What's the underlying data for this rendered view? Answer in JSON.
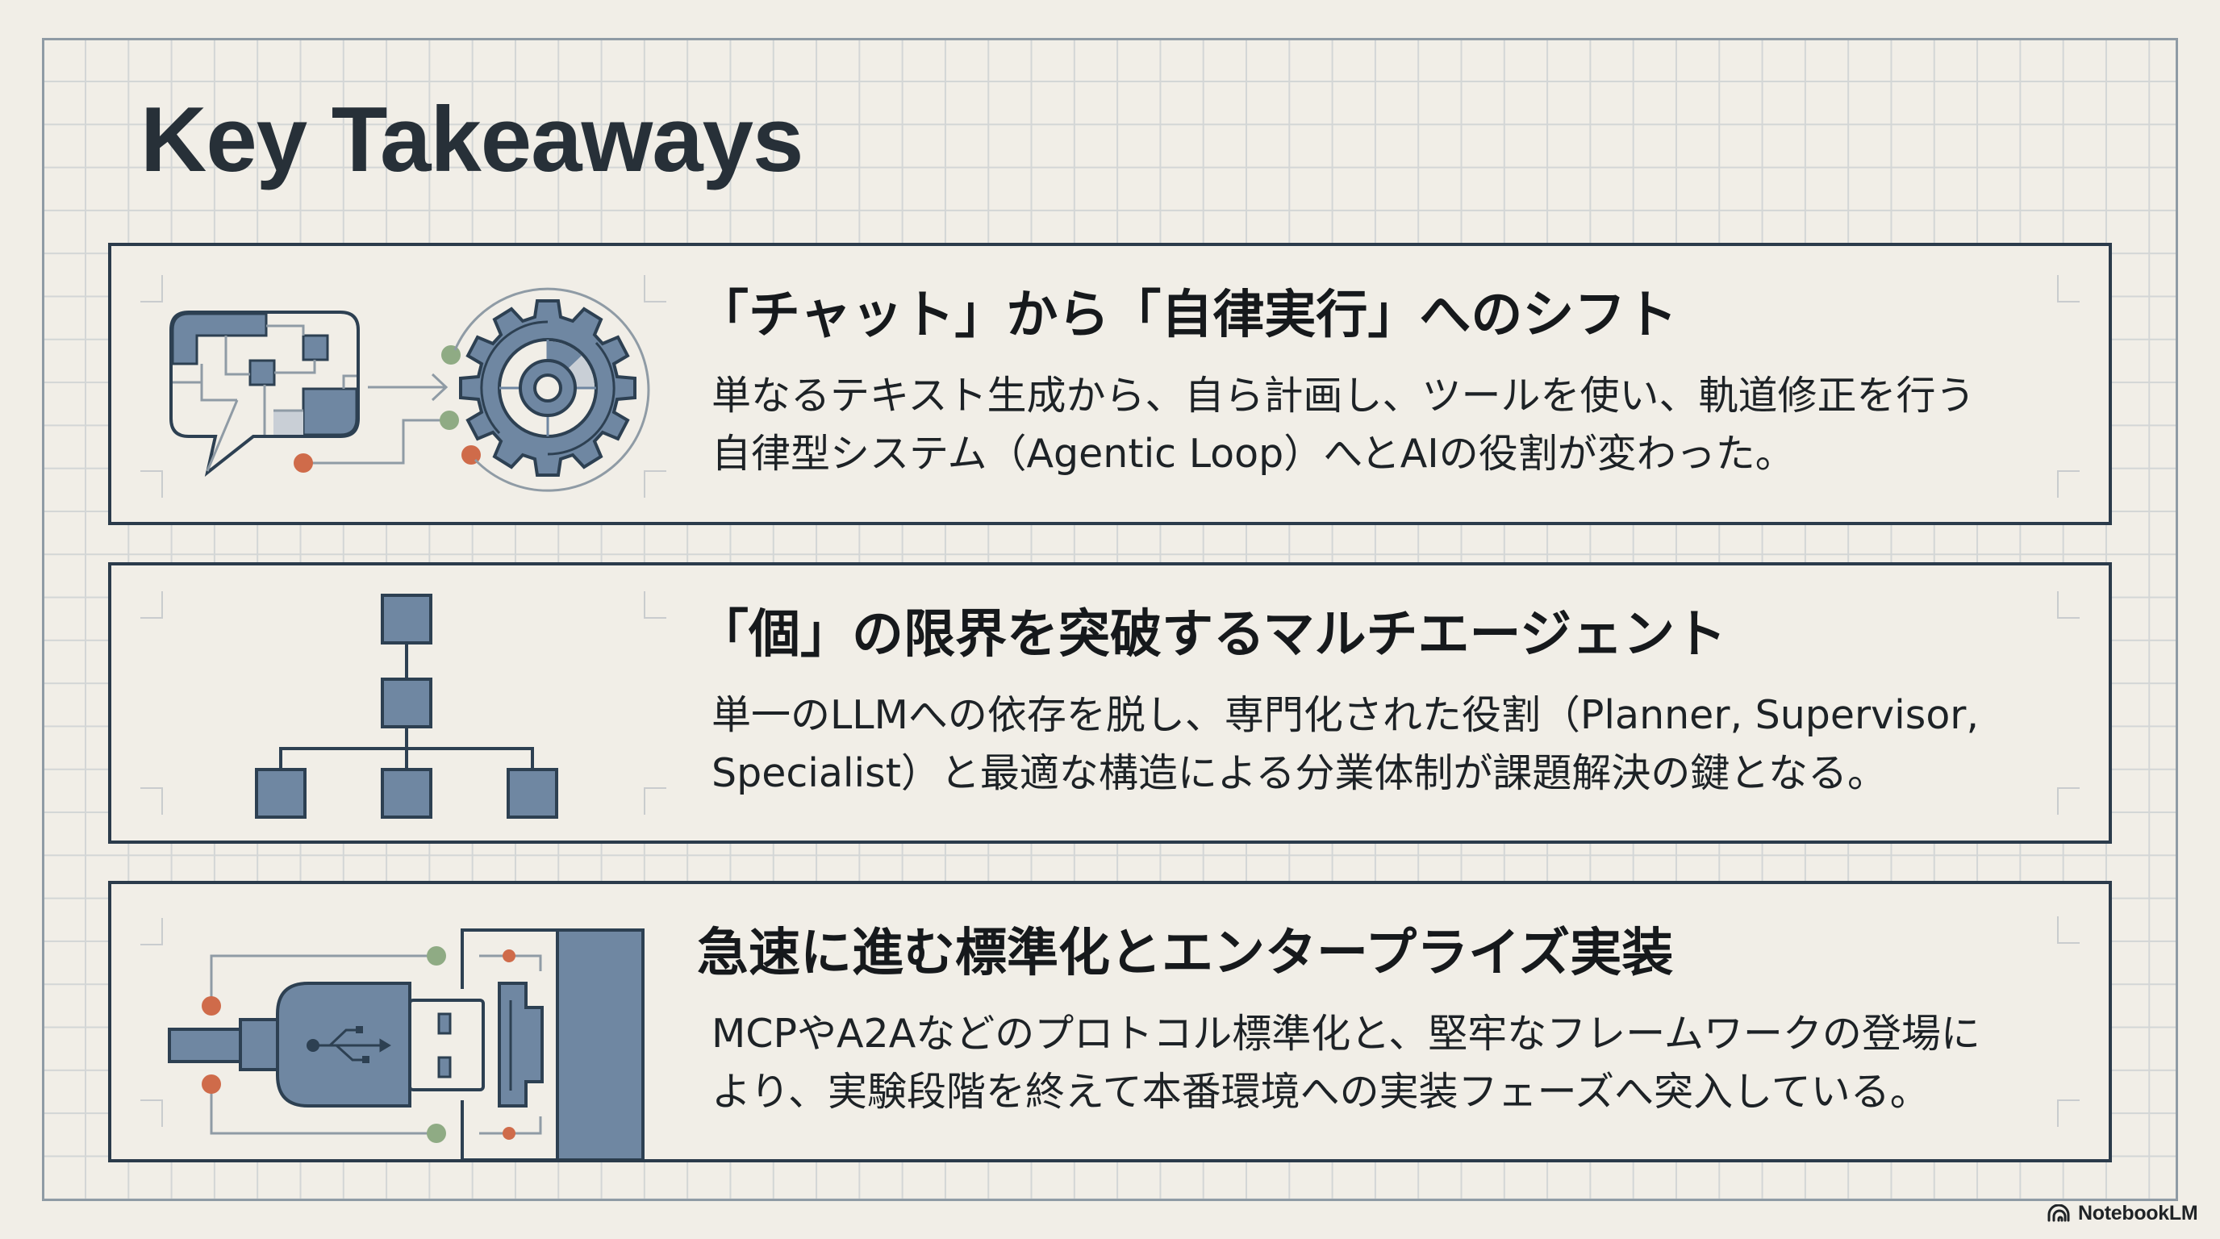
{
  "page": {
    "title": "Key Takeaways"
  },
  "colors": {
    "background": "#f1eee7",
    "grid_line": "#d3d6d6",
    "card_border": "#2b3b4b",
    "icon_fill": "#6f87a2",
    "icon_stroke": "#2d4052",
    "accent_green": "#8fab84",
    "accent_orange": "#cf6b4a",
    "text": "#16191c"
  },
  "cards": [
    {
      "icon": "chat-to-gear-icon",
      "heading": "「チャット」から「自律実行」へのシフト",
      "body_lines": [
        "単なるテキスト生成から、自ら計画し、ツールを使い、軌道修正を行う",
        "自律型システム（Agentic Loop）へとAIの役割が変わった。"
      ]
    },
    {
      "icon": "hierarchy-icon",
      "heading": "「個」の限界を突破するマルチエージェント",
      "body_lines": [
        "単一のLLMへの依存を脱し、専門化された役割（Planner, Supervisor,",
        "Specialist）と最適な構造による分業体制が課題解決の鍵となる。"
      ]
    },
    {
      "icon": "usb-connector-icon",
      "heading": "急速に進む標準化とエンタープライズ実装",
      "body_lines": [
        "MCPやA2Aなどのプロトコル標準化と、堅牢なフレームワークの登場に",
        "より、実験段階を終えて本番環境への実装フェーズへ突入している。"
      ]
    }
  ],
  "footer": {
    "brand_icon": "notebooklm-logo-icon",
    "brand_name": "NotebookLM"
  }
}
